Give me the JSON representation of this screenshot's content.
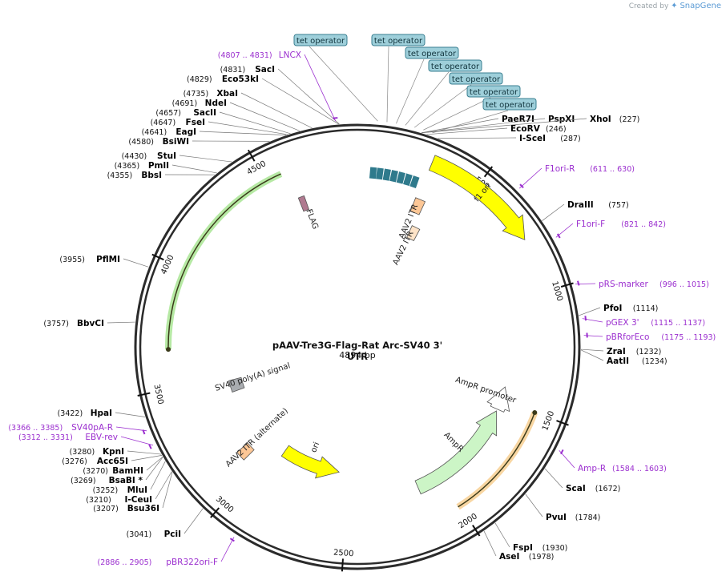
{
  "app": {
    "created_by": "Created by",
    "brand": "SnapGene"
  },
  "plasmid": {
    "name": "pAAV-Tre3G-Flag-Rat Arc-SV40 3' UTR",
    "length_label": "4894 bp",
    "length_bp": 4894
  },
  "colors": {
    "backbone": "#2b2b2b",
    "primer_site": "#9b2fcf",
    "tet_operator_fill": "#9ecfda",
    "tet_operator_stroke": "#3a7f91",
    "f1_ori": "#ffff00",
    "ori": "#ffff00",
    "amp_resistance": "#ccf5c6",
    "amp_promoter": "#ffffff",
    "itr_dark": "#fdc796",
    "itr_light": "#fde3c7",
    "sv40_polya": "#a9acb0",
    "orf_green": "#97e07d",
    "orf_orange": "#f5c47a",
    "flag": "#b07a90",
    "tre_boxes": "#2f7a8c"
  },
  "ticks": [
    {
      "label": "500",
      "pos": 500
    },
    {
      "label": "1000",
      "pos": 1000
    },
    {
      "label": "1500",
      "pos": 1500
    },
    {
      "label": "2000",
      "pos": 2000
    },
    {
      "label": "2500",
      "pos": 2500
    },
    {
      "label": "3000",
      "pos": 3000
    },
    {
      "label": "3500",
      "pos": 3500
    },
    {
      "label": "4000",
      "pos": 4000
    },
    {
      "label": "4500",
      "pos": 4500
    }
  ],
  "features": [
    {
      "name": "f1 ori",
      "start": 300,
      "end": 780,
      "ring": "out",
      "dir": 1,
      "color": "#ffff00"
    },
    {
      "name": "AmpR promoter",
      "start": 1430,
      "end": 1550,
      "ring": "in",
      "dir": -1,
      "color": "#ffffff"
    },
    {
      "name": "AmpR",
      "start": 1560,
      "end": 2130,
      "ring": "in",
      "dir": -1,
      "color": "#ccf5c6"
    },
    {
      "name": "ori",
      "start": 2560,
      "end": 2920,
      "ring": "in2",
      "dir": -1,
      "color": "#ffff00"
    },
    {
      "name": "AAV2 ITR",
      "start": 290,
      "end": 340,
      "ring": "in",
      "dir": 0,
      "color": "#fdc796"
    },
    {
      "name": "AAV2 ITR",
      "start": 330,
      "end": 380,
      "ring": "in2",
      "dir": 0,
      "color": "#fde3c7"
    },
    {
      "name": "AAV2 ITR (alternate)",
      "start": 3060,
      "end": 3110,
      "ring": "in",
      "dir": 0,
      "color": "#fdc796"
    },
    {
      "name": "SV40 poly(A) signal",
      "start": 3400,
      "end": 3470,
      "ring": "in2",
      "dir": 0,
      "color": "#a9acb0"
    },
    {
      "name": "FLAG",
      "start": 4600,
      "end": 4630,
      "ring": "in",
      "dir": 0,
      "color": "#b07a90"
    }
  ],
  "arcs": [
    {
      "start": 1500,
      "end": 2010,
      "ring": "mid",
      "color": "#f5c47a",
      "dir": -1
    },
    {
      "start": 3660,
      "end": 4570,
      "ring": "mid",
      "color": "#97e07d",
      "dir": -1
    }
  ],
  "tre_boxes": [
    {
      "pos": 10
    },
    {
      "pos": 40
    },
    {
      "pos": 72
    },
    {
      "pos": 104
    },
    {
      "pos": 136
    },
    {
      "pos": 168
    },
    {
      "pos": 200
    }
  ],
  "tet_operators": [
    {
      "label": "tet operator"
    },
    {
      "label": "tet operator"
    },
    {
      "label": "tet operator"
    },
    {
      "label": "tet operator"
    },
    {
      "label": "tet operator"
    },
    {
      "label": "tet operator"
    },
    {
      "label": "tet operator"
    }
  ],
  "sites": [
    {
      "name": "PaeR7I",
      "pos_label": "",
      "pos": 227
    },
    {
      "name": "PspXI",
      "pos_label": "",
      "pos": 227
    },
    {
      "name": "XhoI",
      "pos_label": "(227)",
      "pos": 227
    },
    {
      "name": "EcoRV",
      "pos_label": "(246)",
      "pos": 246
    },
    {
      "name": "I-SceI",
      "pos_label": "(287)",
      "pos": 287
    },
    {
      "name": "DraIII",
      "pos_label": "(757)",
      "pos": 757
    },
    {
      "name": "PfoI",
      "pos_label": "(1114)",
      "pos": 1114
    },
    {
      "name": "ZraI",
      "pos_label": "(1232)",
      "pos": 1232
    },
    {
      "name": "AatII",
      "pos_label": "(1234)",
      "pos": 1234
    },
    {
      "name": "ScaI",
      "pos_label": "(1672)",
      "pos": 1672
    },
    {
      "name": "PvuI",
      "pos_label": "(1784)",
      "pos": 1784
    },
    {
      "name": "FspI",
      "pos_label": "(1930)",
      "pos": 1930
    },
    {
      "name": "AseI",
      "pos_label": "(1978)",
      "pos": 1978
    },
    {
      "name": "PciI",
      "pos_label": "(3041)",
      "pos": 3041
    },
    {
      "name": "Bsu36I",
      "pos_label": "(3207)",
      "pos": 3207
    },
    {
      "name": "I-CeuI",
      "pos_label": "(3210)",
      "pos": 3210
    },
    {
      "name": "MluI",
      "pos_label": "(3252)",
      "pos": 3252
    },
    {
      "name": "BsaBI *",
      "pos_label": "(3269)",
      "pos": 3269
    },
    {
      "name": "BamHI",
      "pos_label": "(3270)",
      "pos": 3270
    },
    {
      "name": "Acc65I",
      "pos_label": "(3276)",
      "pos": 3276
    },
    {
      "name": "KpnI",
      "pos_label": "(3280)",
      "pos": 3280
    },
    {
      "name": "HpaI",
      "pos_label": "(3422)",
      "pos": 3422
    },
    {
      "name": "BbvCI",
      "pos_label": "(3757)",
      "pos": 3757
    },
    {
      "name": "PflMI",
      "pos_label": "(3955)",
      "pos": 3955
    },
    {
      "name": "BbsI",
      "pos_label": "(4355)",
      "pos": 4355
    },
    {
      "name": "PmlI",
      "pos_label": "(4365)",
      "pos": 4365
    },
    {
      "name": "StuI",
      "pos_label": "(4430)",
      "pos": 4430
    },
    {
      "name": "BsiWI",
      "pos_label": "(4580)",
      "pos": 4580
    },
    {
      "name": "EagI",
      "pos_label": "(4641)",
      "pos": 4641
    },
    {
      "name": "FseI",
      "pos_label": "(4647)",
      "pos": 4647
    },
    {
      "name": "SacII",
      "pos_label": "(4657)",
      "pos": 4657
    },
    {
      "name": "NdeI",
      "pos_label": "(4691)",
      "pos": 4691
    },
    {
      "name": "XbaI",
      "pos_label": "(4735)",
      "pos": 4735
    },
    {
      "name": "Eco53kI",
      "pos_label": "(4829)",
      "pos": 4829
    },
    {
      "name": "SacI",
      "pos_label": "(4831)",
      "pos": 4831
    }
  ],
  "primers": [
    {
      "name": "F1ori-R",
      "range": "(611 .. 630)",
      "pos": 620
    },
    {
      "name": "F1ori-F",
      "range": "(821 .. 842)",
      "pos": 831
    },
    {
      "name": "pRS-marker",
      "range": "(996 .. 1015)",
      "pos": 1005
    },
    {
      "name": "pGEX 3'",
      "range": "(1115 .. 1137)",
      "pos": 1126
    },
    {
      "name": "pBRforEco",
      "range": "(1175 .. 1193)",
      "pos": 1184
    },
    {
      "name": "Amp-R",
      "range": "(1584 .. 1603)",
      "pos": 1593
    },
    {
      "name": "pBR322ori-F",
      "range": "(2886 .. 2905)",
      "pos": 2895
    },
    {
      "name": "EBV-rev",
      "range": "(3312 .. 3331)",
      "pos": 3321
    },
    {
      "name": "SV40pA-R",
      "range": "(3366 .. 3385)",
      "pos": 3375
    },
    {
      "name": "LNCX",
      "range": "(4807 .. 4831)",
      "pos": 4819
    }
  ]
}
